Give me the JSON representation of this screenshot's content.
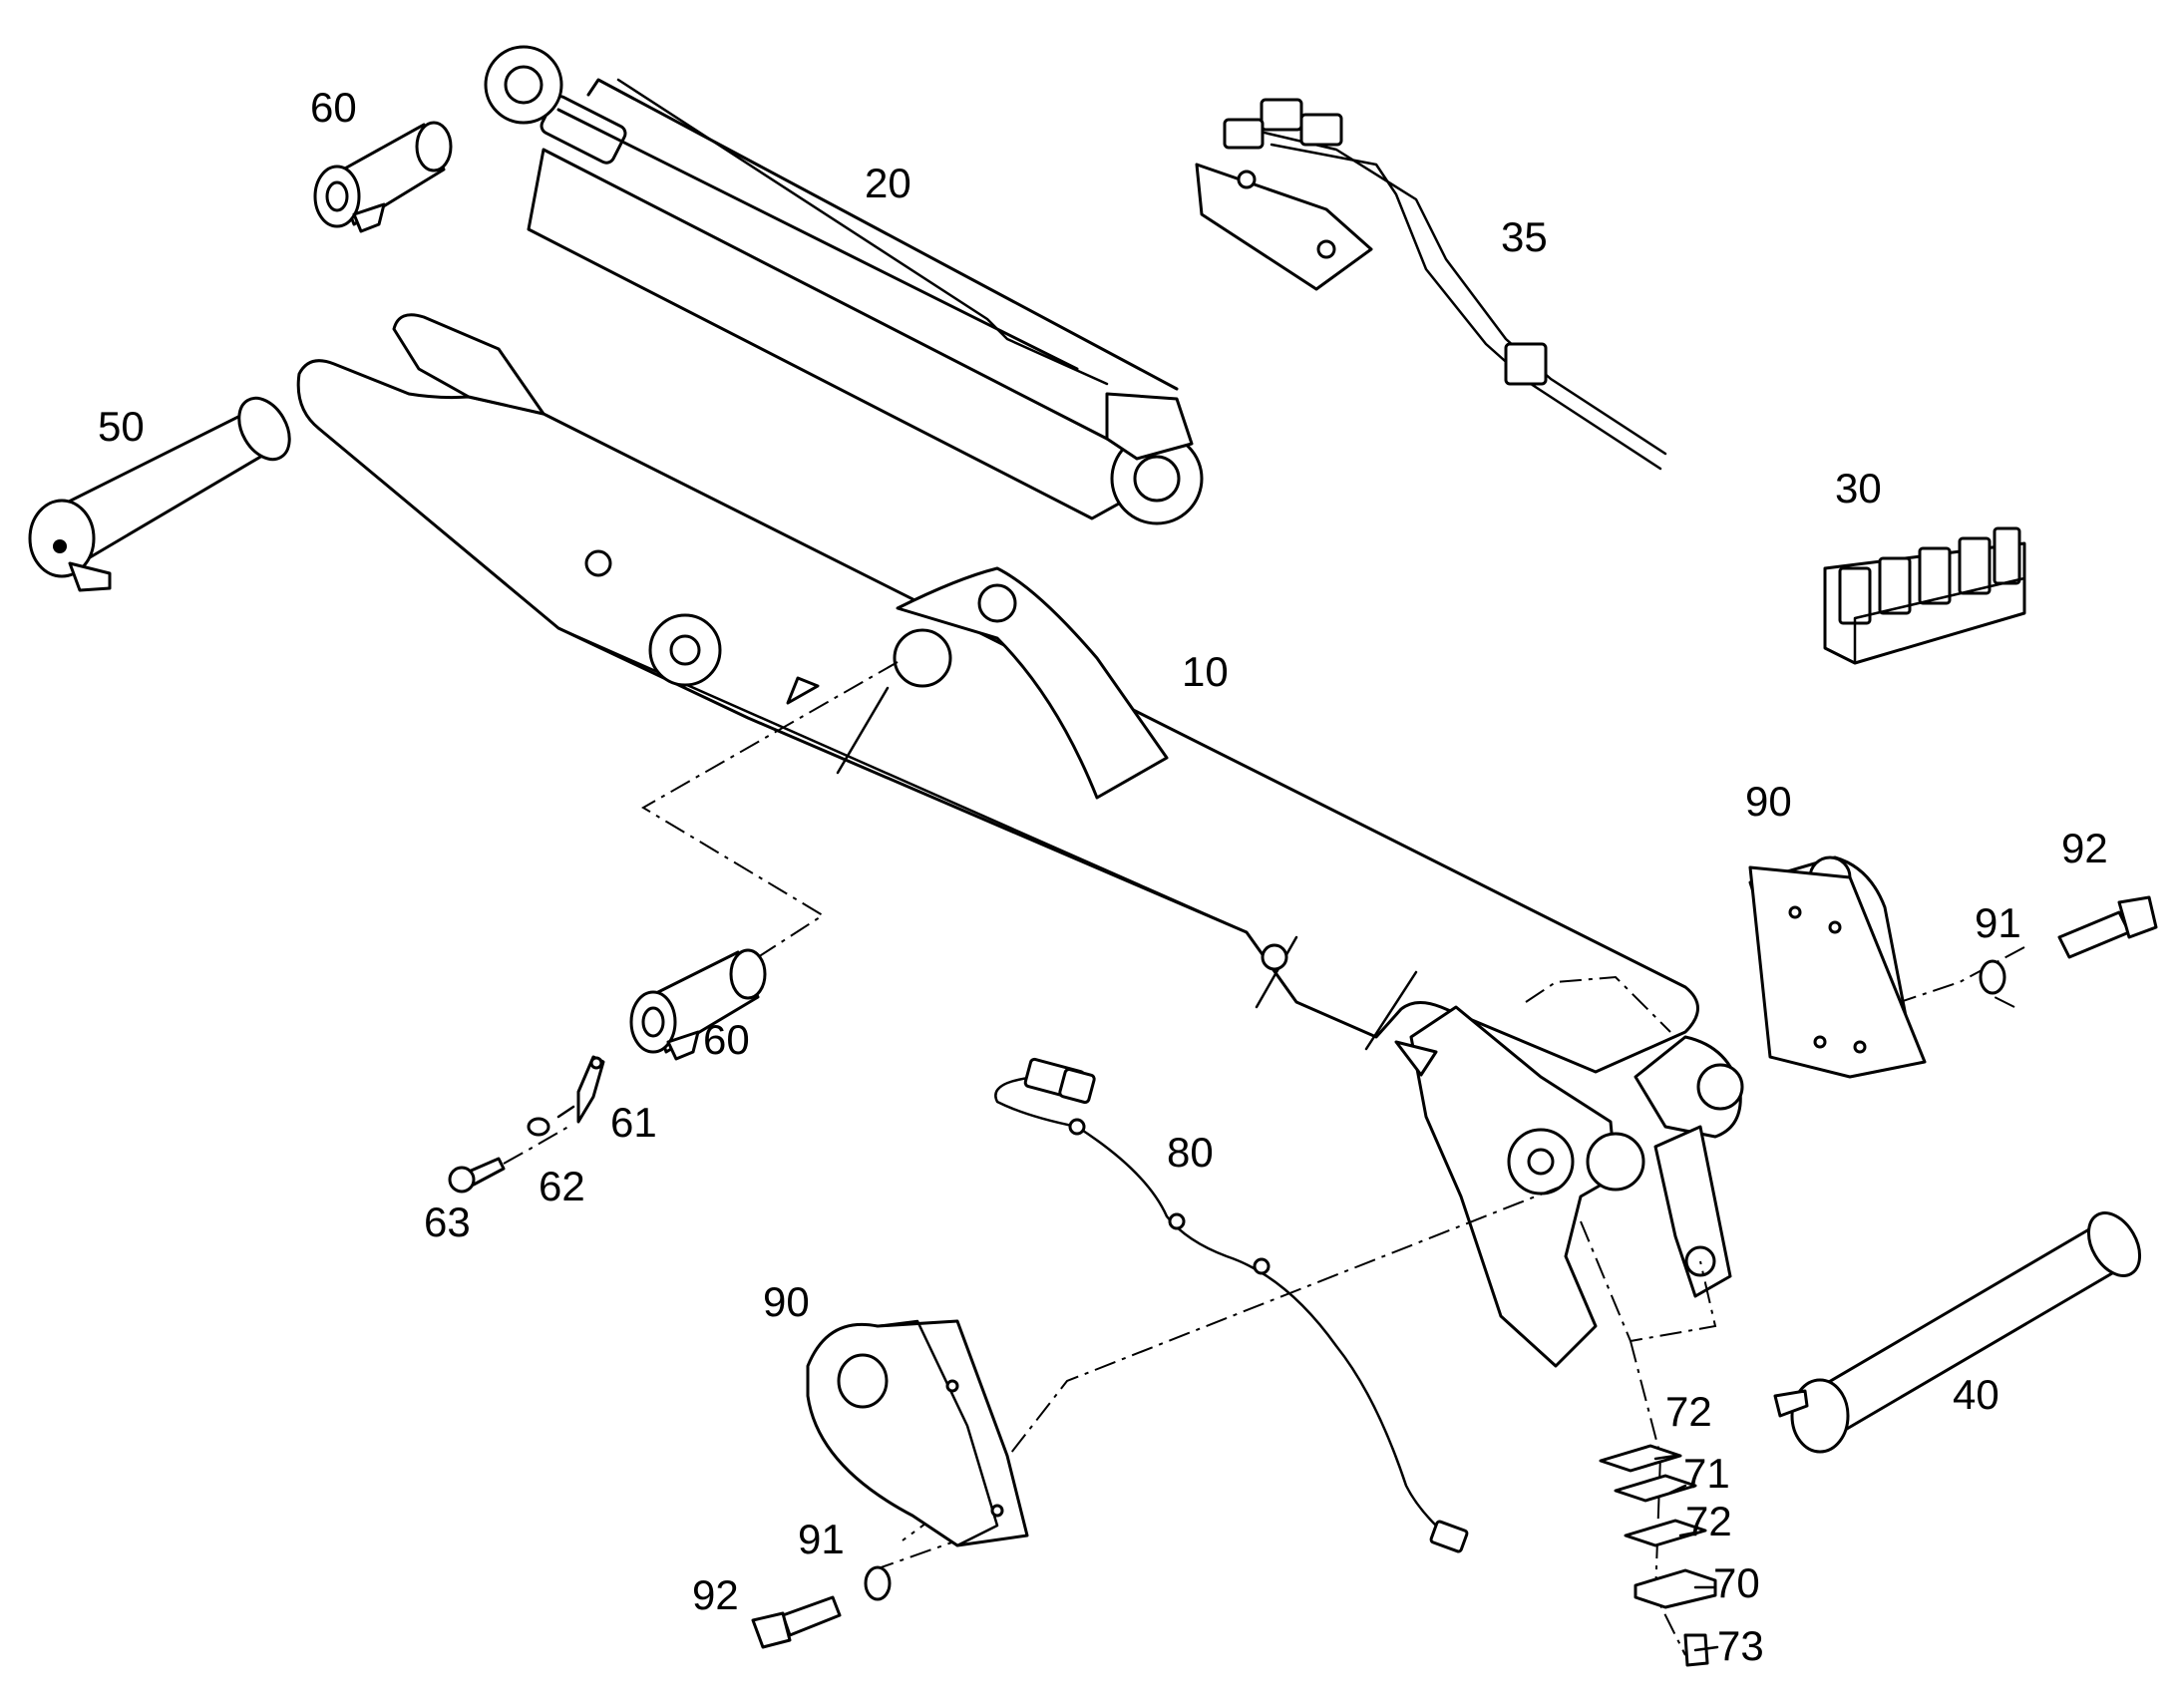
{
  "callouts": {
    "c10": "10",
    "c20": "20",
    "c30": "30",
    "c35": "35",
    "c40": "40",
    "c50": "50",
    "c60a": "60",
    "c60b": "60",
    "c61": "61",
    "c62": "62",
    "c63": "63",
    "c70": "70",
    "c71": "71",
    "c72a": "72",
    "c72b": "72",
    "c73": "73",
    "c80": "80",
    "c90a": "90",
    "c90b": "90",
    "c91a": "91",
    "c91b": "91",
    "c92a": "92",
    "c92b": "92"
  }
}
